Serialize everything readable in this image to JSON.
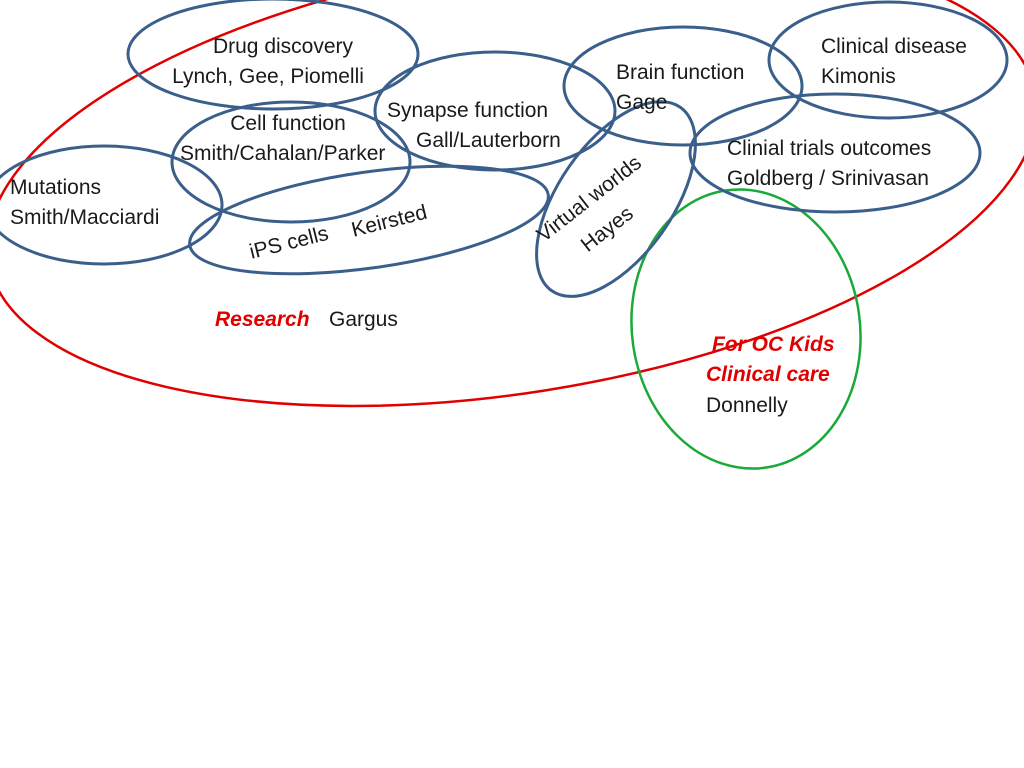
{
  "colors": {
    "research_oval": "#e00000",
    "topic_oval": "#3a5f8a",
    "clinical_oval": "#1aaa3a",
    "emphasis_text": "#e00000"
  },
  "research": {
    "label": "Research",
    "lead": "Gargus"
  },
  "clinical_care": {
    "line1": "For OC Kids",
    "line2": "Clinical care",
    "lead": "Donnelly"
  },
  "topics": {
    "drug_discovery": {
      "title": "Drug discovery",
      "people": "Lynch, Gee, Piomelli"
    },
    "cell_function": {
      "title": "Cell function",
      "people": "Smith/Cahalan/Parker"
    },
    "mutations": {
      "title": "Mutations",
      "people": "Smith/Macciardi"
    },
    "ips_cells": {
      "title": "iPS cells",
      "people": "Keirsted"
    },
    "synapse_function": {
      "title": "Synapse function",
      "people": "Gall/Lauterborn"
    },
    "brain_function": {
      "title": "Brain function",
      "people": "Gage"
    },
    "virtual_worlds": {
      "title": "Virtual worlds",
      "people": "Hayes"
    },
    "clinical_disease": {
      "title": "Clinical disease",
      "people": "Kimonis"
    },
    "clinical_trials": {
      "title": "Clinial trials outcomes",
      "people": "Goldberg / Srinivasan"
    }
  }
}
